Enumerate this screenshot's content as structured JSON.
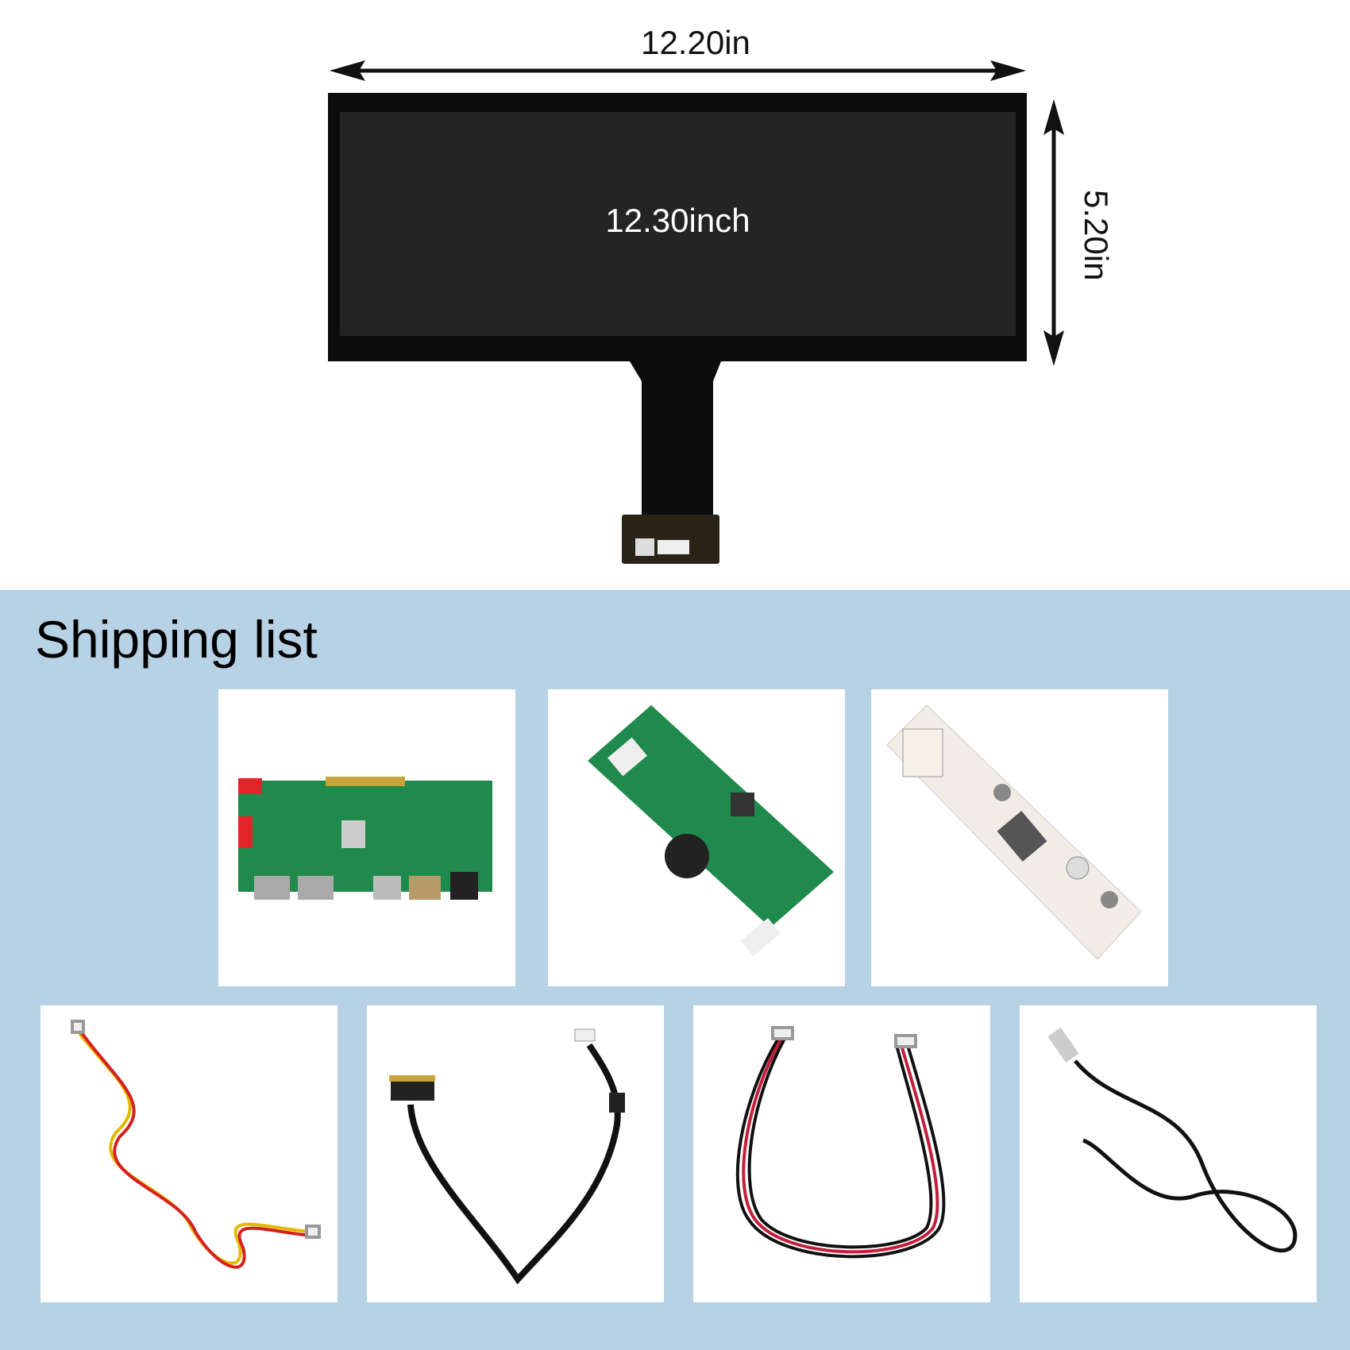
{
  "dimensions": {
    "width_label": "12.20in",
    "height_label": "5.20in",
    "diagonal_label": "12.30inch"
  },
  "section": {
    "title": "Shipping list"
  },
  "colors": {
    "background_band": "#b7d1e5",
    "screen": "#242424",
    "pcb_green": "#1f8a4c"
  },
  "items": [
    {
      "icon": "driver-board-icon"
    },
    {
      "icon": "inverter-board-icon"
    },
    {
      "icon": "ir-sensor-board-icon"
    },
    {
      "icon": "power-wire-icon"
    },
    {
      "icon": "lvds-cable-icon"
    },
    {
      "icon": "key-cable-icon"
    },
    {
      "icon": "usb-cable-icon"
    }
  ]
}
